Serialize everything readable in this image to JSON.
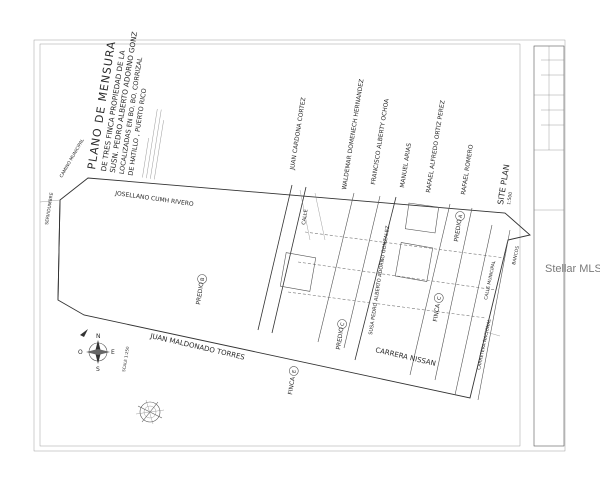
{
  "title_block": {
    "heading": "PLANO DE MENSURA",
    "line1": "DE TRES FINCA PROPIEDAD DE LA",
    "line2": "SUSN. PEDRO ALBERTO ADORNO GONZ",
    "line3": "LOCALIZADAS EN BO. BO. CORRIZAL",
    "line4": "DE HATILLO , PUERTO RICO"
  },
  "owners": [
    "JUAN CARDONA CORTEZ",
    "WALDEMAR DOMENECH HERNANDEZ",
    "FRANCISCO ALBERTY OCHOA",
    "MANUEL ARIAS",
    "RAFAEL ALFREDO ORTIZ PEREZ",
    "RAFAEL ROMERO"
  ],
  "site_plan": {
    "label": "SITE PLAN",
    "scale": "1:500"
  },
  "lots": {
    "predio_a": "PREDIO",
    "predio_a_letter": "A",
    "predio_b": "PREDIO",
    "predio_b_letter": "B",
    "predio_c": "PREDIO",
    "predio_c_letter": "C",
    "finca_c": "FINCA",
    "finca_c_letter": "C",
    "finca_e": "FINCA",
    "finca_e_letter": "E"
  },
  "neighbors": {
    "top_left": "JOSELLANO CUMH RIVERO",
    "bottom": "JUAN MALDONADO TORRES",
    "carrera": "CARRERA NISSAN",
    "center_name": "SUSA PEDRO ALBERTO ADORNO GONZALEZ",
    "left_road": "SERVIDUMBRE",
    "left_top": "CAMINO MUNICIPAL"
  },
  "roads": {
    "calle": "CALLE",
    "calle_mun": "CALLE MUNICIPAL",
    "carretera": "CARRETERA NACIONAL",
    "right_area": "BANCOS"
  },
  "compass": {
    "n": "N",
    "s": "S",
    "e": "E",
    "w": "O",
    "scale": "SCALE 1:250"
  },
  "watermark": "Stellar MLS"
}
